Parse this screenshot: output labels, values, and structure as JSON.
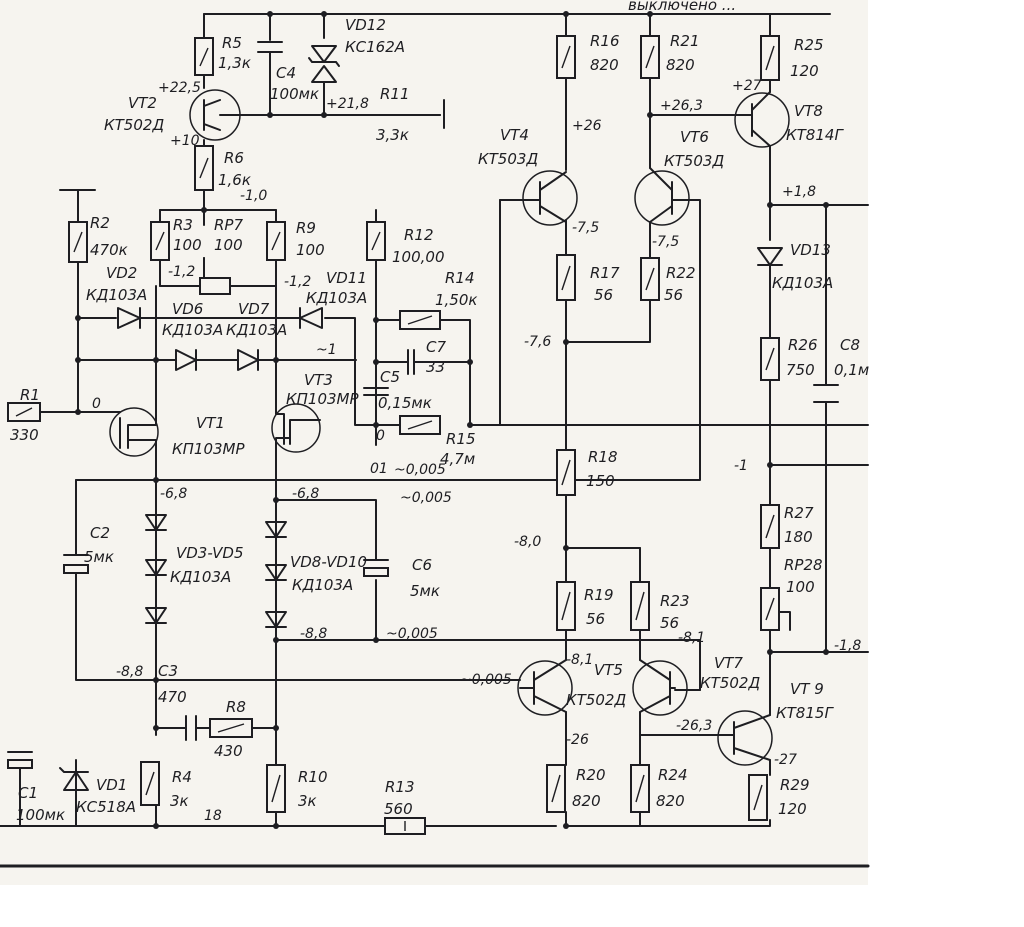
{
  "header_fragment": "выключено ...",
  "colors": {
    "ink": "#1e1e22",
    "paper": "#f6f4ef"
  },
  "components": {
    "R1": {
      "ref": "R1",
      "val": "330"
    },
    "R2": {
      "ref": "R2",
      "val": "470к"
    },
    "R3": {
      "ref": "R3",
      "val": "100"
    },
    "R4": {
      "ref": "R4",
      "val": "3к"
    },
    "R5": {
      "ref": "R5",
      "val": "1,3к"
    },
    "R6": {
      "ref": "R6",
      "val": "1,6к"
    },
    "RP7": {
      "ref": "RP7",
      "val": "100"
    },
    "R8": {
      "ref": "R8",
      "val": "430"
    },
    "R9": {
      "ref": "R9",
      "val": "100"
    },
    "R10": {
      "ref": "R10",
      "val": "3к"
    },
    "R11": {
      "ref": "R11",
      "val": "3,3к"
    },
    "R12": {
      "ref": "R12",
      "val": "100,00"
    },
    "R13": {
      "ref": "R13",
      "val": "560"
    },
    "R14": {
      "ref": "R14",
      "val": "1,50к"
    },
    "R15": {
      "ref": "R15",
      "val": "4,7м"
    },
    "R16": {
      "ref": "R16",
      "val": "820"
    },
    "R17": {
      "ref": "R17",
      "val": "56"
    },
    "R18": {
      "ref": "R18",
      "val": "150"
    },
    "R19": {
      "ref": "R19",
      "val": "56"
    },
    "R20": {
      "ref": "R20",
      "val": "820"
    },
    "R21": {
      "ref": "R21",
      "val": "820"
    },
    "R22": {
      "ref": "R22",
      "val": "56"
    },
    "R23": {
      "ref": "R23",
      "val": "56"
    },
    "R24": {
      "ref": "R24",
      "val": "820"
    },
    "R25": {
      "ref": "R25",
      "val": "120"
    },
    "R26": {
      "ref": "R26",
      "val": "750"
    },
    "R27": {
      "ref": "R27",
      "val": "180"
    },
    "RP28": {
      "ref": "RP28",
      "val": "100"
    },
    "R29": {
      "ref": "R29",
      "val": "120"
    },
    "C1": {
      "ref": "C1",
      "val": "100мк"
    },
    "C2": {
      "ref": "C2",
      "val": "5мк"
    },
    "C3": {
      "ref": "C3",
      "val": "470"
    },
    "C4": {
      "ref": "C4",
      "val": "100мк"
    },
    "C5": {
      "ref": "C5",
      "val": "0,15мк"
    },
    "C6": {
      "ref": "C6",
      "val": "5мк"
    },
    "C7": {
      "ref": "C7",
      "val": "33"
    },
    "C8": {
      "ref": "C8",
      "val": "0,1м"
    },
    "VT1": {
      "ref": "VT1",
      "val": "КП103МР"
    },
    "VT2": {
      "ref": "VT2",
      "val": "КТ502Д"
    },
    "VT3": {
      "ref": "VT3",
      "val": "КП103МР"
    },
    "VT4": {
      "ref": "VT4",
      "val": "КТ503Д"
    },
    "VT5": {
      "ref": "VT5",
      "val": "КТ502Д"
    },
    "VT6": {
      "ref": "VT6",
      "val": "КТ503Д"
    },
    "VT7": {
      "ref": "VT7",
      "val": "КТ502Д"
    },
    "VT8": {
      "ref": "VT8",
      "val": "КТ814Г"
    },
    "VT9": {
      "ref": "VT 9",
      "val": "КТ815Г"
    },
    "VD1": {
      "ref": "VD1",
      "val": "КС518А"
    },
    "VD2": {
      "ref": "VD2",
      "val": "КД103А"
    },
    "VD3_5": {
      "ref": "VD3-VD5",
      "val": "КД103А"
    },
    "VD6": {
      "ref": "VD6",
      "val": "КД103А"
    },
    "VD7": {
      "ref": "VD7",
      "val": "КД103А"
    },
    "VD8_10": {
      "ref": "VD8-VD10",
      "val": "КД103А"
    },
    "VD11": {
      "ref": "VD11",
      "val": "КД103А"
    },
    "VD12": {
      "ref": "VD12",
      "val": "КС162А"
    },
    "VD13": {
      "ref": "VD13",
      "val": "КД103А"
    }
  },
  "voltages": {
    "v_225": "+22,5",
    "v_10": "+10",
    "v_218": "+21,8",
    "v_m10": "-1,0",
    "v_m12a": "-1,2",
    "v_m12b": "-1,2",
    "v_0": "0",
    "v_1": "~1",
    "v_m68a": "-6,8",
    "v_m68b": "-6,8",
    "v_0005a": "~0,005",
    "v_0005b": "~0,005",
    "v_0005c": "~0,005",
    "v_0005d": "~0,005",
    "v_01": "01",
    "v_0b": "0",
    "v_m88a": "-8,8",
    "v_m88b": "-8,8",
    "v_18": "18",
    "v_26": "+26",
    "v_m75a": "-7,5",
    "v_m75b": "-7,5",
    "v_m76": "-7,6",
    "v_m80": "-8,0",
    "v_m81a": "-8,1",
    "v_m81b": "-8,1",
    "v_m26": "-26",
    "v_263": "+26,3",
    "v_27": "+27",
    "v_18b": "+1,8",
    "v_m1": "-1",
    "v_m18": "-1,8",
    "v_m263": "-26,3",
    "v_m27": "-27"
  }
}
